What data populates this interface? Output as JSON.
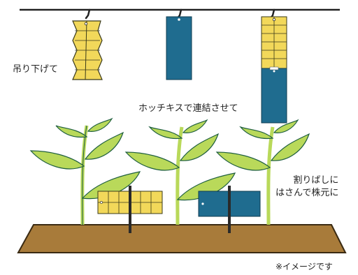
{
  "captions": {
    "hang": "吊り下げて",
    "staple": "ホッチキスで連結させて",
    "stake_line1": "割りばしに",
    "stake_line2": "はさんで株元に",
    "note": "※イメージです"
  },
  "colors": {
    "yellow_trap": "#f2d85a",
    "blue_trap": "#1f6c8f",
    "leaf": "#b9d95a",
    "leaf_outline": "#1f5f3f",
    "stem": "#b9d95a",
    "soil": "#a87b3a",
    "stake": "#2a2a2a"
  }
}
